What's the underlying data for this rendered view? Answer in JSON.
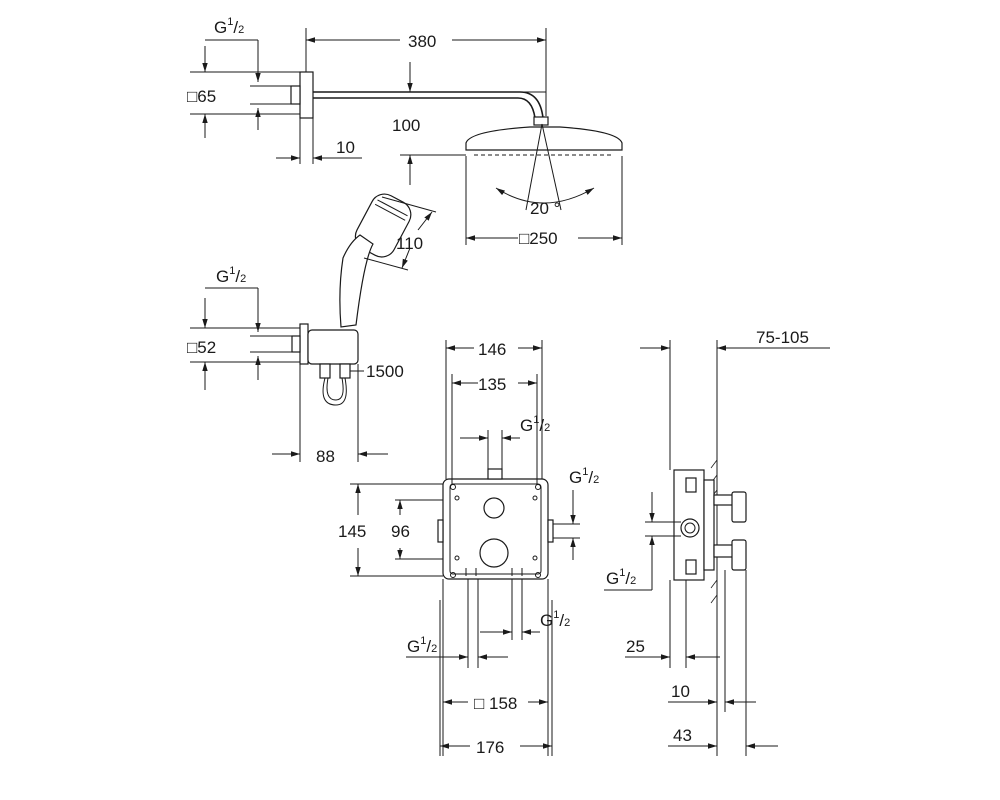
{
  "labels": {
    "g_top": "G",
    "g_top_num": "1",
    "g_top_den": "2",
    "sq65": "□65",
    "d380": "380",
    "d100": "100",
    "d10_top": "10",
    "angle": "20 °",
    "sq250": "□250",
    "d110": "110",
    "g_mid": "G",
    "g_mid_num": "1",
    "g_mid_den": "2",
    "sq52": "□52",
    "d1500": "1500",
    "d88": "88",
    "d146": "146",
    "d135": "135",
    "g_box_top": "G",
    "g_box_top_num": "1",
    "g_box_top_den": "2",
    "g_box_right": "G",
    "g_box_right_num": "1",
    "g_box_right_den": "2",
    "d145": "145",
    "d96": "96",
    "g_box_bl": "G",
    "g_box_bl_num": "1",
    "g_box_bl_den": "2",
    "g_box_br": "G",
    "g_box_br_num": "1",
    "g_box_br_den": "2",
    "sq158": "□ 158",
    "d176": "176",
    "d75_105": "75-105",
    "g_side": "G",
    "g_side_num": "1",
    "g_side_den": "2",
    "d25": "25",
    "d10_side": "10",
    "d43": "43"
  }
}
